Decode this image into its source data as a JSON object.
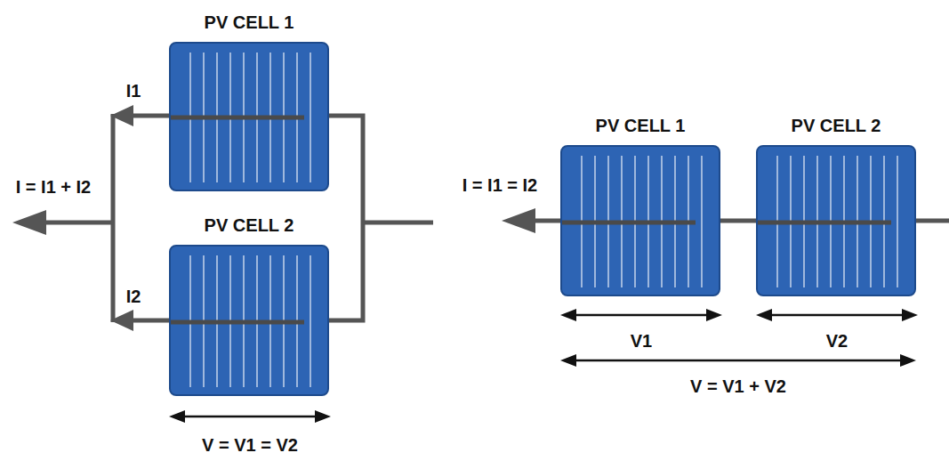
{
  "diagram": {
    "nodes": [
      {
        "text": [
          "PV CELL 1"
        ]
      },
      {
        "text": [
          "PV CELL 2"
        ]
      },
      {
        "text": [
          "PV CELL 1"
        ]
      },
      {
        "text": [
          "PV CELL 2"
        ]
      }
    ],
    "edges": [
      {
        "from": 0,
        "to": 1,
        "arrow": "none"
      },
      {
        "from": 2,
        "to": 3,
        "arrow": "none"
      }
    ],
    "labels": [
      "I1",
      "I2",
      "I = I1 + I2",
      "V = V1 = V2",
      "I = I1 = I2",
      "V1",
      "V2",
      "V = V1 + V2"
    ]
  }
}
